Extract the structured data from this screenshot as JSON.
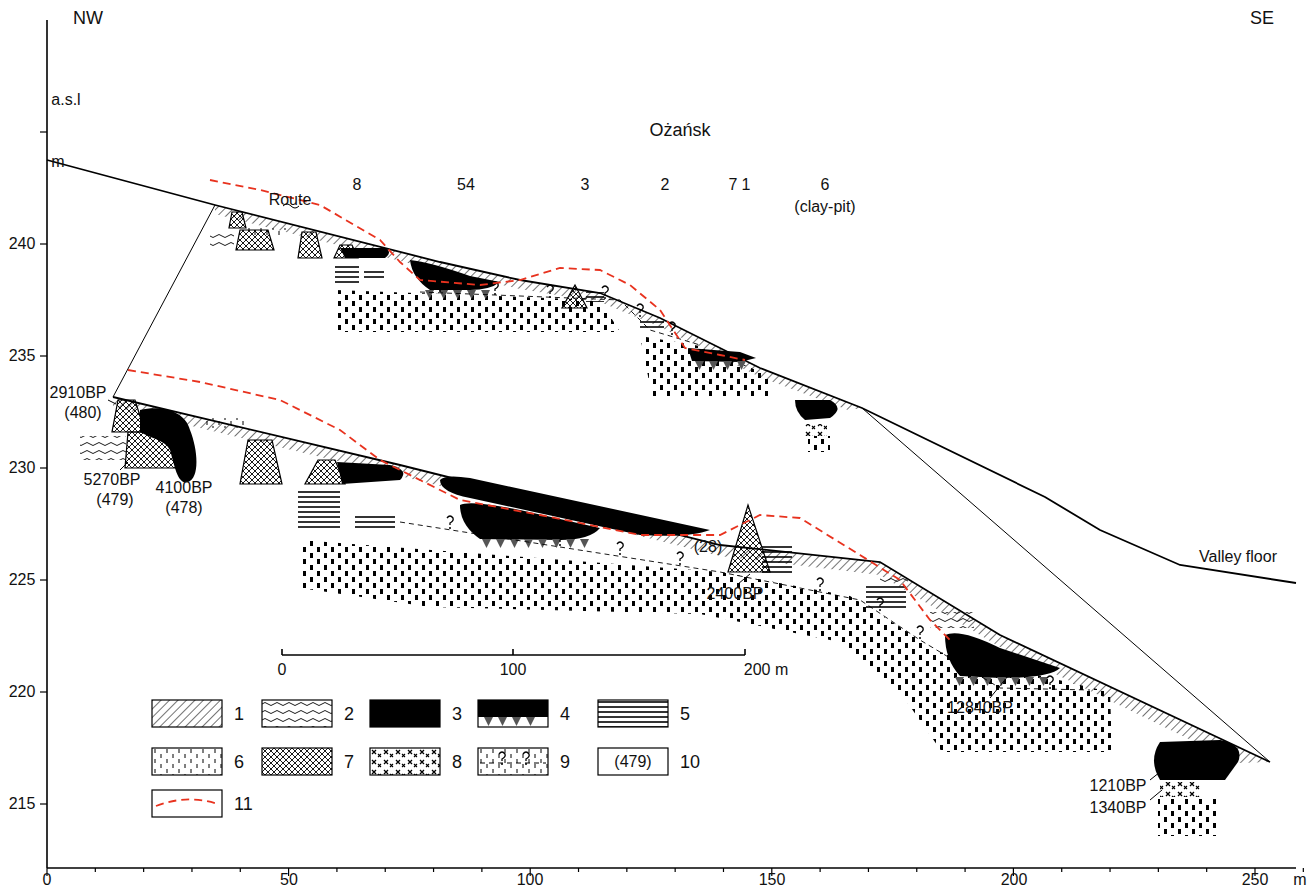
{
  "diagram": {
    "labels": [
      "NW",
      "SE",
      "a.s.l",
      "m",
      "Ożańsk",
      "8",
      "54",
      "3",
      "2",
      "7",
      "1",
      "6",
      "(clay-pit)",
      "Route",
      "2910BP",
      "(480)",
      "5270BP",
      "(479)",
      "4100BP",
      "(478)",
      "(28)",
      "2400BP",
      "12840BP",
      "1210BP",
      "1340BP",
      "Valley floor",
      "240",
      "235",
      "230",
      "225",
      "220",
      "215",
      "0",
      "50",
      "100",
      "150",
      "200",
      "250",
      "m",
      "0",
      "100",
      "200 m",
      "(479)"
    ],
    "legend": [
      {
        "text": "1"
      },
      {
        "text": "2"
      },
      {
        "text": "3",
        "color": "#000000"
      },
      {
        "text": "4"
      },
      {
        "text": "5"
      },
      {
        "text": "6"
      },
      {
        "text": "7"
      },
      {
        "text": "8"
      },
      {
        "text": "9"
      },
      {
        "text": "10"
      },
      {
        "text": "11"
      }
    ]
  }
}
